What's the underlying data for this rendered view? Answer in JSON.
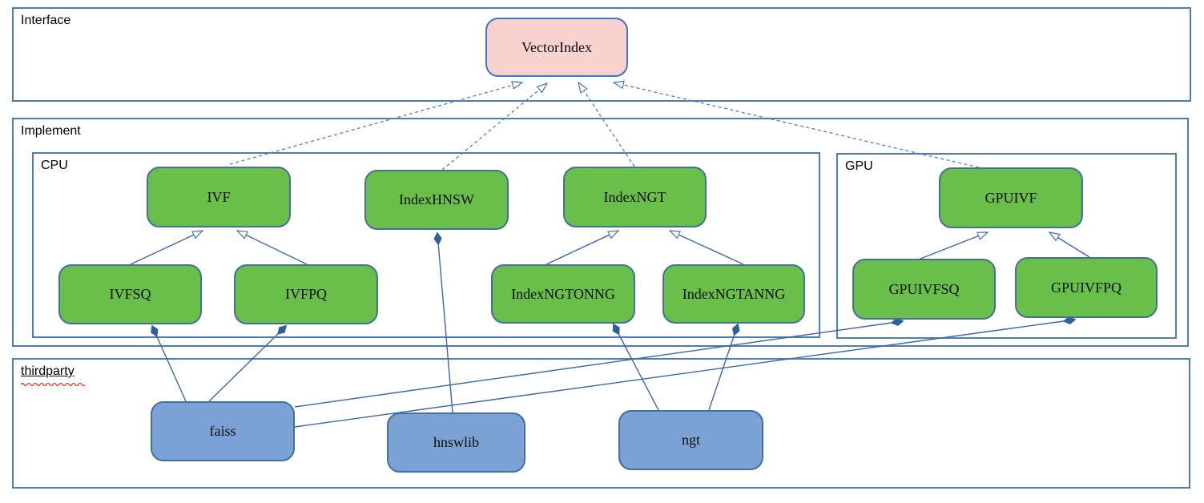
{
  "diagram": {
    "containers": {
      "interface": {
        "label": "Interface"
      },
      "implement": {
        "label": "Implement"
      },
      "cpu": {
        "label": "CPU"
      },
      "gpu": {
        "label": "GPU"
      },
      "thirdparty": {
        "label": "thirdparty",
        "spellcheck_underline": true
      }
    },
    "nodes": {
      "vectorindex": {
        "label": "VectorIndex",
        "kind": "interface"
      },
      "ivf": {
        "label": "IVF",
        "kind": "cpu-class"
      },
      "indexhnsw": {
        "label": "IndexHNSW",
        "kind": "cpu-class"
      },
      "indexngt": {
        "label": "IndexNGT",
        "kind": "cpu-class"
      },
      "gpuivf": {
        "label": "GPUIVF",
        "kind": "gpu-class"
      },
      "ivfsq": {
        "label": "IVFSQ",
        "kind": "cpu-class"
      },
      "ivfpq": {
        "label": "IVFPQ",
        "kind": "cpu-class"
      },
      "indexngtonng": {
        "label": "IndexNGTONNG",
        "kind": "cpu-class"
      },
      "indexngtanng": {
        "label": "IndexNGTANNG",
        "kind": "cpu-class"
      },
      "gpuivfsq": {
        "label": "GPUIVFSQ",
        "kind": "gpu-class"
      },
      "gpuivfpq": {
        "label": "GPUIVFPQ",
        "kind": "gpu-class"
      },
      "faiss": {
        "label": "faiss",
        "kind": "thirdparty-lib"
      },
      "hnswlib": {
        "label": "hnswlib",
        "kind": "thirdparty-lib"
      },
      "ngt": {
        "label": "ngt",
        "kind": "thirdparty-lib"
      }
    },
    "edges": [
      {
        "from": "IVF",
        "to": "VectorIndex",
        "type": "realization-dashed-hollow-arrow"
      },
      {
        "from": "IndexHNSW",
        "to": "VectorIndex",
        "type": "realization-dashed-hollow-arrow"
      },
      {
        "from": "IndexNGT",
        "to": "VectorIndex",
        "type": "realization-dashed-hollow-arrow"
      },
      {
        "from": "GPUIVF",
        "to": "VectorIndex",
        "type": "realization-dashed-hollow-arrow"
      },
      {
        "from": "IVFSQ",
        "to": "IVF",
        "type": "generalization-hollow-arrow"
      },
      {
        "from": "IVFPQ",
        "to": "IVF",
        "type": "generalization-hollow-arrow"
      },
      {
        "from": "IndexNGTONNG",
        "to": "IndexNGT",
        "type": "generalization-hollow-arrow"
      },
      {
        "from": "IndexNGTANNG",
        "to": "IndexNGT",
        "type": "generalization-hollow-arrow"
      },
      {
        "from": "GPUIVFSQ",
        "to": "GPUIVF",
        "type": "generalization-hollow-arrow"
      },
      {
        "from": "GPUIVFPQ",
        "to": "GPUIVF",
        "type": "generalization-hollow-arrow"
      },
      {
        "from": "hnswlib",
        "to": "IndexHNSW",
        "type": "composition-filled-diamond"
      },
      {
        "from": "faiss",
        "to": "IVFSQ",
        "type": "composition-filled-diamond"
      },
      {
        "from": "faiss",
        "to": "IVFPQ",
        "type": "composition-filled-diamond"
      },
      {
        "from": "ngt",
        "to": "IndexNGTONNG",
        "type": "composition-filled-diamond"
      },
      {
        "from": "ngt",
        "to": "IndexNGTANNG",
        "type": "composition-filled-diamond"
      },
      {
        "from": "faiss",
        "to": "GPUIVFSQ",
        "type": "composition-filled-diamond"
      },
      {
        "from": "faiss",
        "to": "GPUIVFPQ",
        "type": "composition-filled-diamond"
      }
    ],
    "colors": {
      "class_green_fill": "#6abf4b",
      "thirdparty_blue_fill": "#7ca1d4",
      "interface_pink_fill": "#f8d2ce",
      "node_border_blue": "#41719c",
      "container_border_blue": "#4a7ebb",
      "connector_blue": "#3b66ac",
      "spellcheck_red": "#ff0000"
    }
  }
}
